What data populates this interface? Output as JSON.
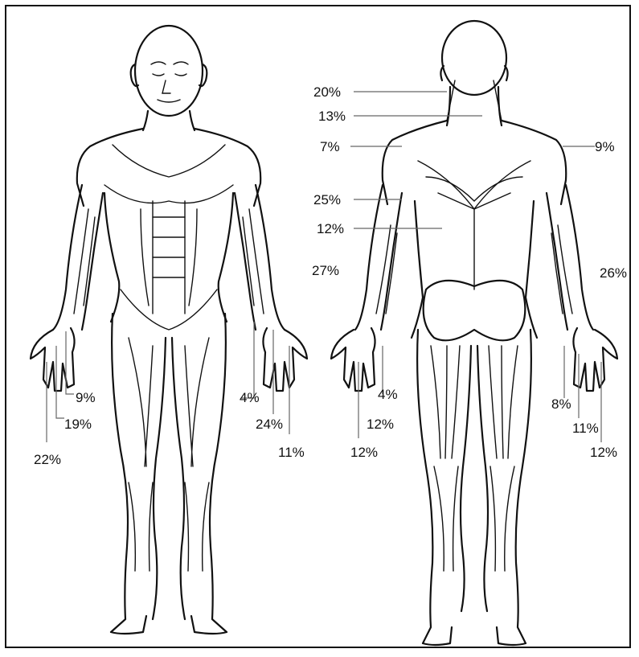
{
  "figure": {
    "front": {
      "labels": [
        "9%",
        "19%",
        "22%",
        "4%",
        "24%",
        "11%"
      ]
    },
    "back": {
      "labels": [
        "20%",
        "13%",
        "7%",
        "9%",
        "25%",
        "12%",
        "27%",
        "26%",
        "4%",
        "12%",
        "12%",
        "8%",
        "11%",
        "12%"
      ]
    }
  }
}
